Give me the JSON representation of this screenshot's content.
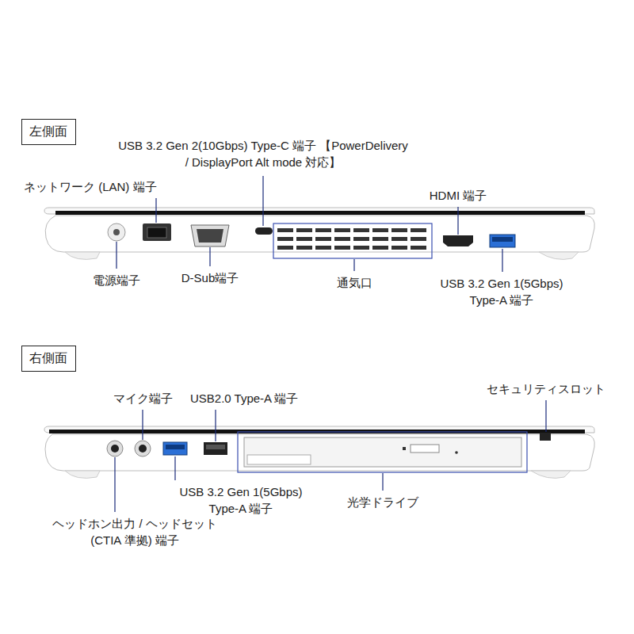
{
  "diagram": {
    "nodes": [
      {
        "text": [
          "左側面"
        ]
      },
      {
        "text": [
          "右側面"
        ]
      }
    ],
    "labels": [
      "USB 3.2 Gen 2(10Gbps) Type-C 端子 【PowerDelivery / DisplayPort Alt mode 対応】",
      "ネットワーク (LAN) 端子",
      "HDMI 端子",
      "電源端子",
      "D-Sub端子",
      "通気口",
      "USB 3.2 Gen 1(5Gbps) Type-A 端子",
      "セキュリティスロット",
      "マイク端子",
      "USB2.0 Type-A 端子",
      "USB 3.2 Gen 1(5Gbps) Type-A 端子",
      "光学ドライブ",
      "ヘッドホン出力 / ヘッドセット(CTIA 準拠) 端子"
    ]
  }
}
